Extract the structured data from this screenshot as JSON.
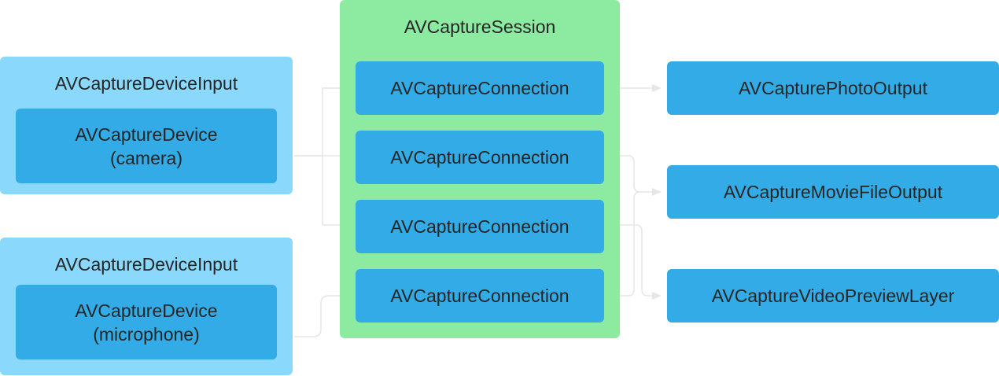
{
  "inputs": [
    {
      "title": "AVCaptureDeviceInput",
      "device_line1": "AVCaptureDevice",
      "device_line2": "(camera)"
    },
    {
      "title": "AVCaptureDeviceInput",
      "device_line1": "AVCaptureDevice",
      "device_line2": "(microphone)"
    }
  ],
  "session": {
    "title": "AVCaptureSession",
    "connections": [
      "AVCaptureConnection",
      "AVCaptureConnection",
      "AVCaptureConnection",
      "AVCaptureConnection"
    ]
  },
  "outputs": [
    "AVCapturePhotoOutput",
    "AVCaptureMovieFileOutput",
    "AVCaptureVideoPreviewLayer"
  ],
  "colors": {
    "input_container": "#8ad9fc",
    "session_container": "#8ceba1",
    "node": "#33abe6",
    "connector": "#e8e8e8",
    "text": "#262626"
  }
}
